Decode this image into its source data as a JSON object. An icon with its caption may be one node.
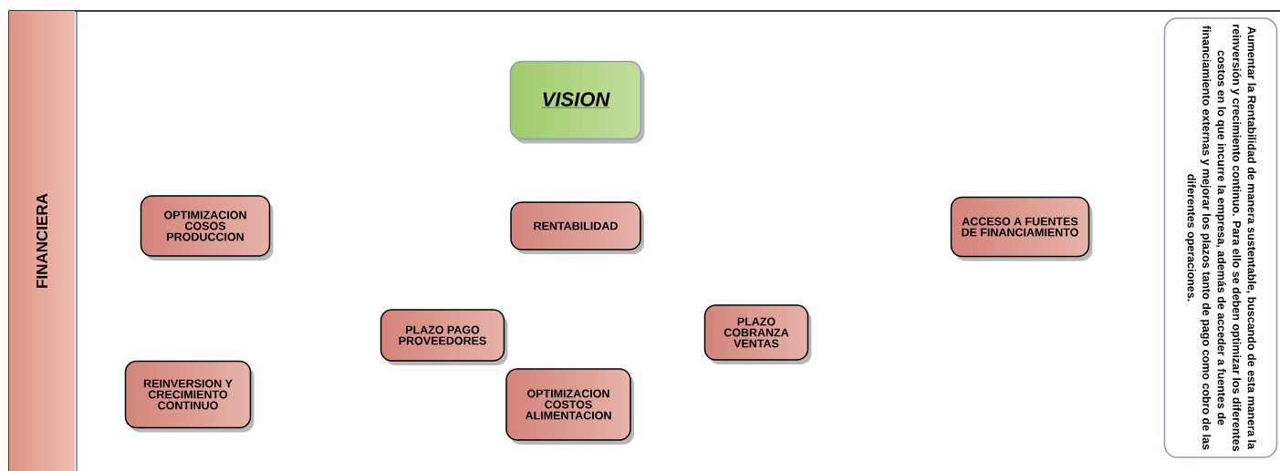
{
  "diagram": {
    "nodes": [
      {
        "text": [
          "FINANCIERA"
        ]
      },
      {
        "text": [
          "VISION"
        ]
      },
      {
        "text": [
          "OPTIMIZACION COSOS PRODUCCION"
        ]
      },
      {
        "text": [
          "RENTABILIDAD"
        ]
      },
      {
        "text": [
          "ACCESO A FUENTES DE FINANCIAMIENTO"
        ]
      },
      {
        "text": [
          "PLAZO PAGO PROVEEDORES"
        ]
      },
      {
        "text": [
          "PLAZO COBRANZA VENTAS"
        ]
      },
      {
        "text": [
          "REINVERSION Y CRECIMIENTO CONTINUO"
        ]
      },
      {
        "text": [
          "OPTIMIZACION COSTOS ALIMENTACION"
        ]
      },
      {
        "text": [
          "Aumentar la Rentabilidad de manera sustentable, buscando de esta manera la reinversión y crecimiento continuo. Para ello se deben optimizar los diferentes costos en lo que incurre la empresa, además de acceder a fuentes de financiamiento externas y mejorar los plazos tanto de pago como cobro de las diferentes operaciones."
        ]
      }
    ],
    "edges": []
  }
}
